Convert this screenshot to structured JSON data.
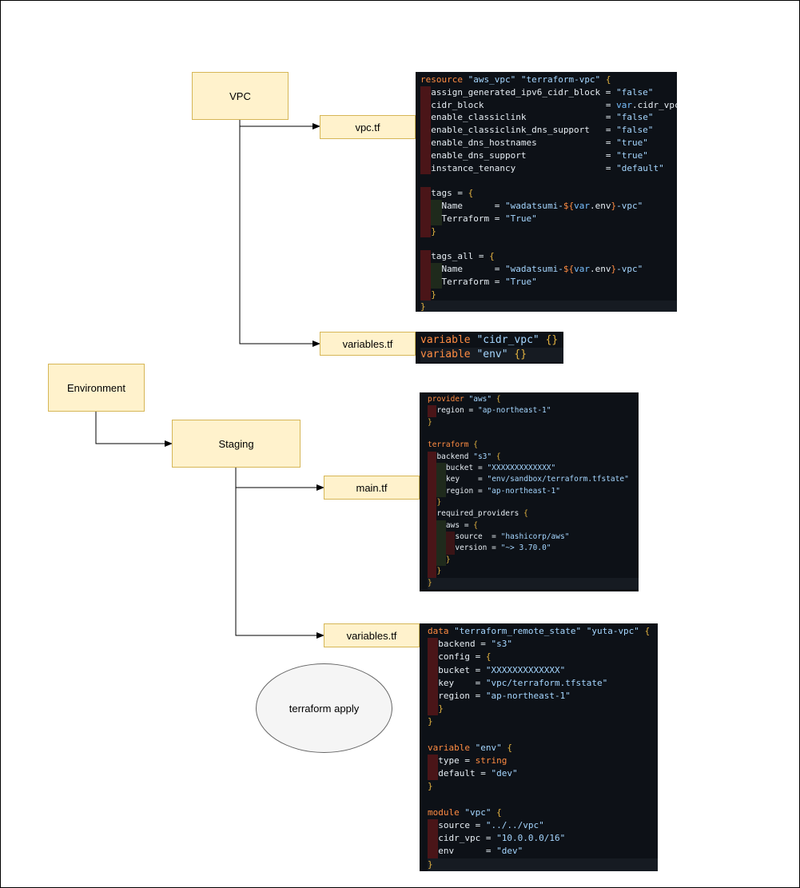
{
  "colors": {
    "box_fill": "#fff2cc",
    "box_stroke": "#d6b656",
    "ellipse_fill": "#f5f5f5",
    "ellipse_stroke": "#666666",
    "code_bg": "#0d1117",
    "keyword": "#ff8c42",
    "string": "#a5d6ff",
    "var": "#79c0ff"
  },
  "nodes": {
    "vpc": "VPC",
    "vpc_tf": "vpc.tf",
    "vpc_variables_tf": "variables.tf",
    "environment": "Environment",
    "staging": "Staging",
    "main_tf": "main.tf",
    "staging_variables_tf": "variables.tf",
    "terraform_apply": "terraform apply"
  },
  "code": {
    "vpc_tf": [
      "resource \"aws_vpc\" \"terraform-vpc\" {",
      "  assign_generated_ipv6_cidr_block = \"false\"",
      "  cidr_block                       = var.cidr_vpc",
      "  enable_classiclink               = \"false\"",
      "  enable_classiclink_dns_support   = \"false\"",
      "  enable_dns_hostnames             = \"true\"",
      "  enable_dns_support               = \"true\"",
      "  instance_tenancy                 = \"default\"",
      "",
      "  tags = {",
      "    Name      = \"wadatsumi-${var.env}-vpc\"",
      "    Terraform = \"True\"",
      "  }",
      "",
      "  tags_all = {",
      "    Name      = \"wadatsumi-${var.env}-vpc\"",
      "    Terraform = \"True\"",
      "  }",
      "}"
    ],
    "vpc_variables_tf": [
      "variable \"cidr_vpc\" {}",
      "variable \"env\" {}"
    ],
    "main_tf": [
      "provider \"aws\" {",
      "  region = \"ap-northeast-1\"",
      "}",
      "",
      "terraform {",
      "  backend \"s3\" {",
      "    bucket = \"XXXXXXXXXXXXX\"",
      "    key    = \"env/sandbox/terraform.tfstate\"",
      "    region = \"ap-northeast-1\"",
      "  }",
      "  required_providers {",
      "    aws = {",
      "      source  = \"hashicorp/aws\"",
      "      version = \"~> 3.70.0\"",
      "    }",
      "  }",
      "}"
    ],
    "staging_variables_tf": [
      "data \"terraform_remote_state\" \"yuta-vpc\" {",
      "  backend = \"s3\"",
      "  config = {",
      "  bucket = \"XXXXXXXXXXXXX\"",
      "  key    = \"vpc/terraform.tfstate\"",
      "  region = \"ap-northeast-1\"",
      "  }",
      "}",
      "",
      "variable \"env\" {",
      "  type = string",
      "  default = \"dev\"",
      "}",
      "",
      "module \"vpc\" {",
      "  source = \"../../vpc\"",
      "  cidr_vpc = \"10.0.0.0/16\"",
      "  env      = \"dev\"",
      "}"
    ]
  }
}
